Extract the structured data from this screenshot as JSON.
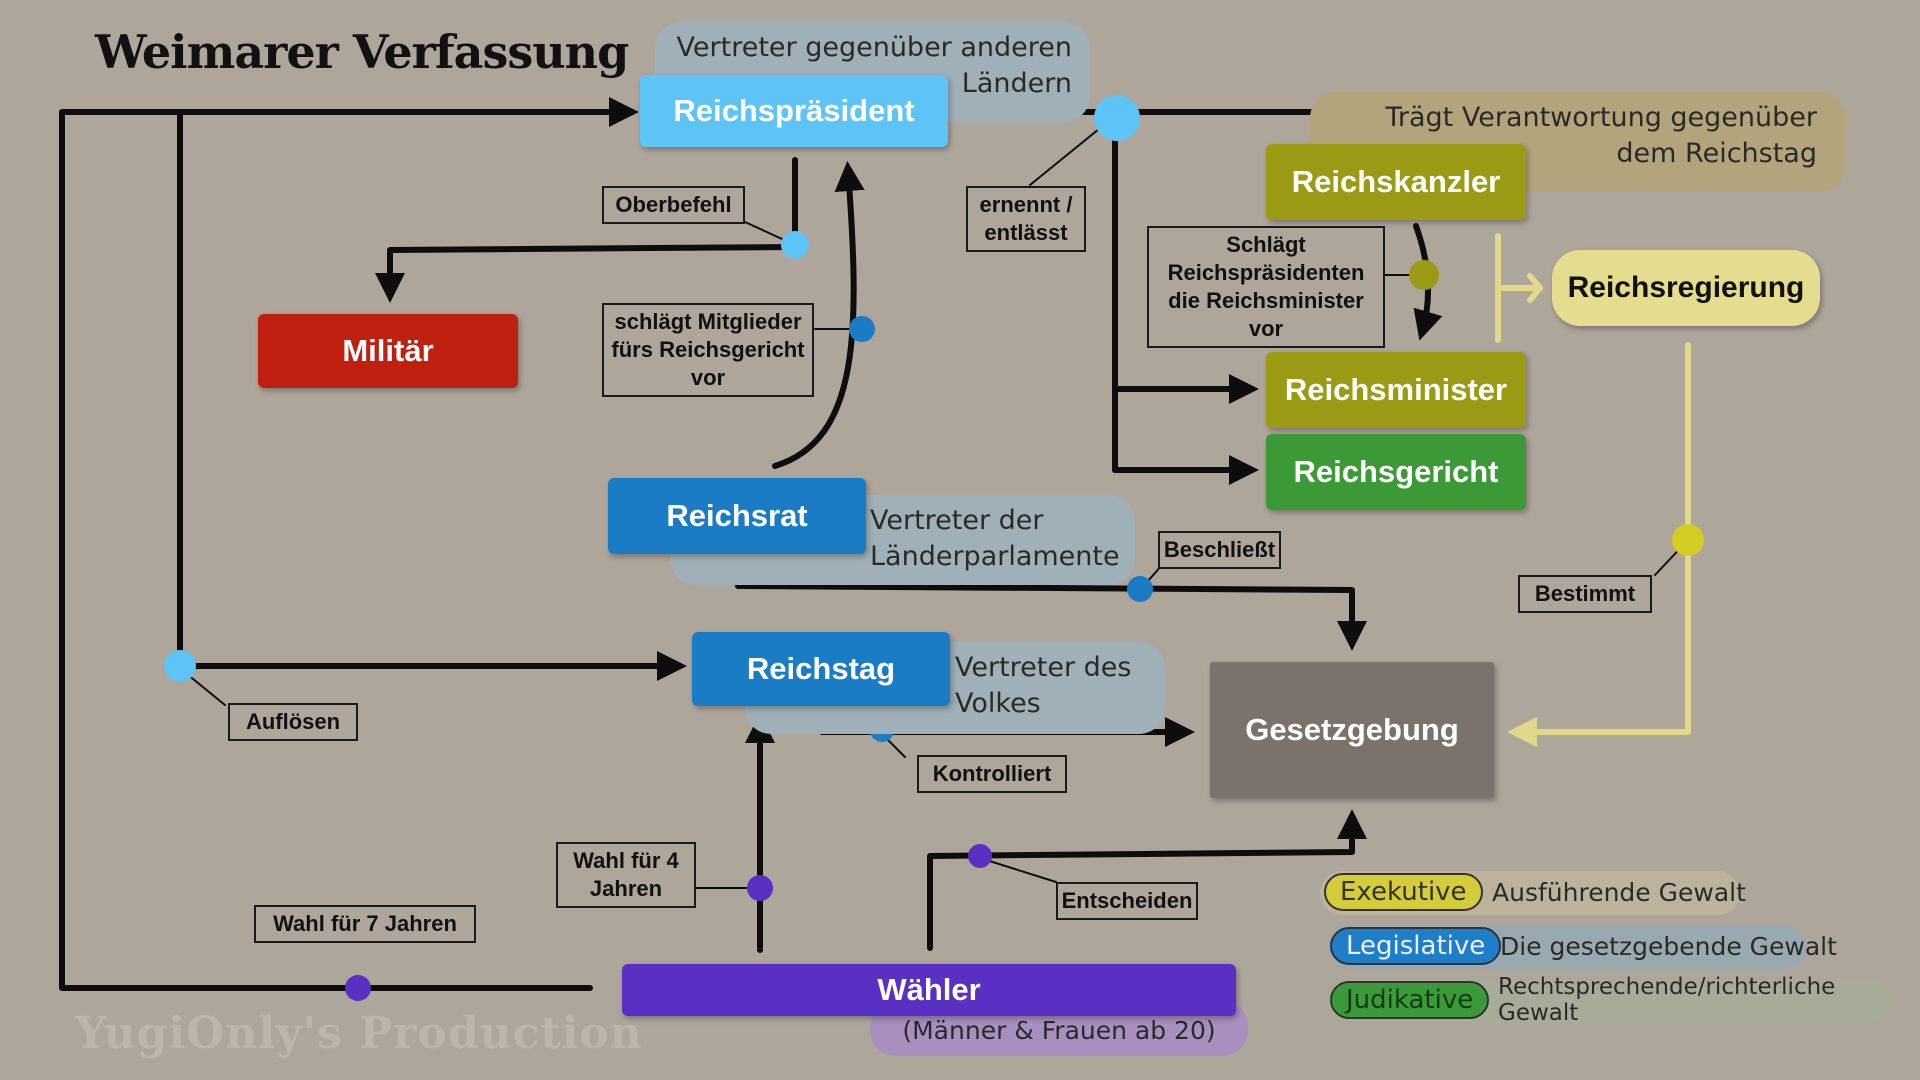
{
  "title": "Weimarer Verfassung",
  "nodes": {
    "reichspraesident": "Reichspräsident",
    "militaer": "Militär",
    "reichskanzler": "Reichskanzler",
    "reichsregierung": "Reichsregierung",
    "reichsminister": "Reichsminister",
    "reichsgericht": "Reichsgericht",
    "reichsrat": "Reichsrat",
    "reichstag": "Reichstag",
    "gesetzgebung": "Gesetzgebung",
    "waehler": "Wähler"
  },
  "bubbles": {
    "praesident_line1": "Vertreter gegenüber anderen",
    "praesident_line2": "Ländern",
    "kanzler_line1": "Trägt Verantwortung gegenüber",
    "kanzler_line2": "dem Reichstag",
    "reichsrat_line1": "Vertreter der",
    "reichsrat_line2": "Länderparlamente",
    "reichstag_line1": "Vertreter des",
    "reichstag_line2": "Volkes",
    "waehler_sub": "(Männer & Frauen ab 20)"
  },
  "annotations": {
    "oberbefehl": "Oberbefehl",
    "ernennt_line1": "ernennt /",
    "ernennt_line2": "entlässt",
    "schlaegt_line1": "Schlägt",
    "schlaegt_line2": "Reichspräsidenten",
    "schlaegt_line3": "die Reichsminister",
    "schlaegt_line4": "vor",
    "schlaegtgericht_line1": "schlägt Mitglieder",
    "schlaegtgericht_line2": "fürs Reichsgericht",
    "schlaegtgericht_line3": "vor",
    "beschliesst": "Beschließt",
    "bestimmt": "Bestimmt",
    "aufloesen": "Auflösen",
    "kontrolliert": "Kontrolliert",
    "wahl4_line1": "Wahl für 4",
    "wahl4_line2": "Jahren",
    "wahl7": "Wahl für 7 Jahren",
    "entscheiden": "Entscheiden"
  },
  "legend": [
    {
      "tag": "Exekutive",
      "desc": "Ausführende Gewalt",
      "color": "#d4cc3a"
    },
    {
      "tag": "Legislative",
      "desc": "Die gesetzgebende Gewalt",
      "color": "#1e7fc8"
    },
    {
      "tag": "Judikative",
      "desc": "Rechtsprechende/richterliche Gewalt",
      "color": "#3a9a3a"
    }
  ],
  "watermark": "YugiOnly's Production",
  "colors": {
    "reichspraesident": "#5ec3f5",
    "militaer": "#c0200f",
    "reichskanzler": "#9a9a14",
    "reichsregierung": "#e4dc8e",
    "reichsminister": "#9a9a14",
    "reichsgericht": "#3b9a36",
    "reichsrat": "#1a7cc4",
    "reichstag": "#1a7cc4",
    "gesetzgebung": "#7a726b",
    "waehler": "#5a2fc3"
  }
}
